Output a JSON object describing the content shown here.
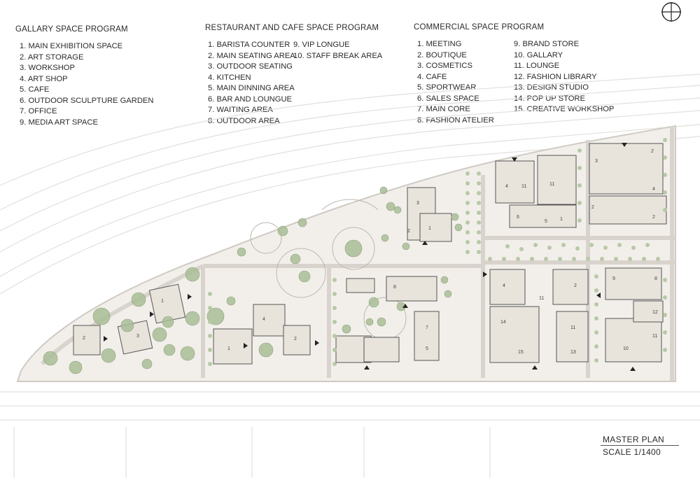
{
  "gallery": {
    "title": "GALLARY SPACE PROGRAM",
    "items": [
      "1. MAIN EXHIBITION SPACE",
      "2. ART STORAGE",
      "3. WORKSHOP",
      "4. ART SHOP",
      "5. CAFE",
      "6. OUTDOOR SCULPTURE GARDEN",
      "7. OFFICE",
      "9. MEDIA ART SPACE"
    ]
  },
  "restaurant": {
    "title": "RESTAURANT AND CAFE SPACE PROGRAM",
    "items_col1": [
      "1. BARISTA COUNTER",
      "2. MAIN SEATING AREA",
      "3. OUTDOOR SEATING",
      "4. KITCHEN",
      "5. MAIN DINNING AREA",
      "6. BAR AND LOUNGUE",
      "7. WAITING AREA",
      "8. OUTDOOR AREA"
    ],
    "items_col2": [
      "9. VIP LONGUE",
      "10. STAFF BREAK AREA"
    ]
  },
  "commercial": {
    "title": "COMMERCIAL SPACE PROGRAM",
    "items_col1": [
      "1. MEETING",
      "2. BOUTIQUE",
      "3. COSMETICS",
      "4. CAFE",
      "5. SPORTWEAR",
      "6. SALES SPACE",
      "7. MAIN CORE",
      "8. FASHION ATELIER"
    ],
    "items_col2": [
      "9. BRAND STORE",
      "10. GALLARY",
      "11. LOUNGE",
      "12. FASHION LIBRARY",
      "13. DESIGN STUDIO",
      "14. POP UP STORE",
      "15. CREATIVE WORKSHOP"
    ]
  },
  "caption": {
    "title": "MASTER PLAN",
    "scale": "SCALE 1/1400"
  },
  "colors": {
    "building_fill": "#e8e4dc",
    "tree_fill": "#a9bd96",
    "line": "#6b6b6b",
    "ground": "#f1eeea"
  }
}
